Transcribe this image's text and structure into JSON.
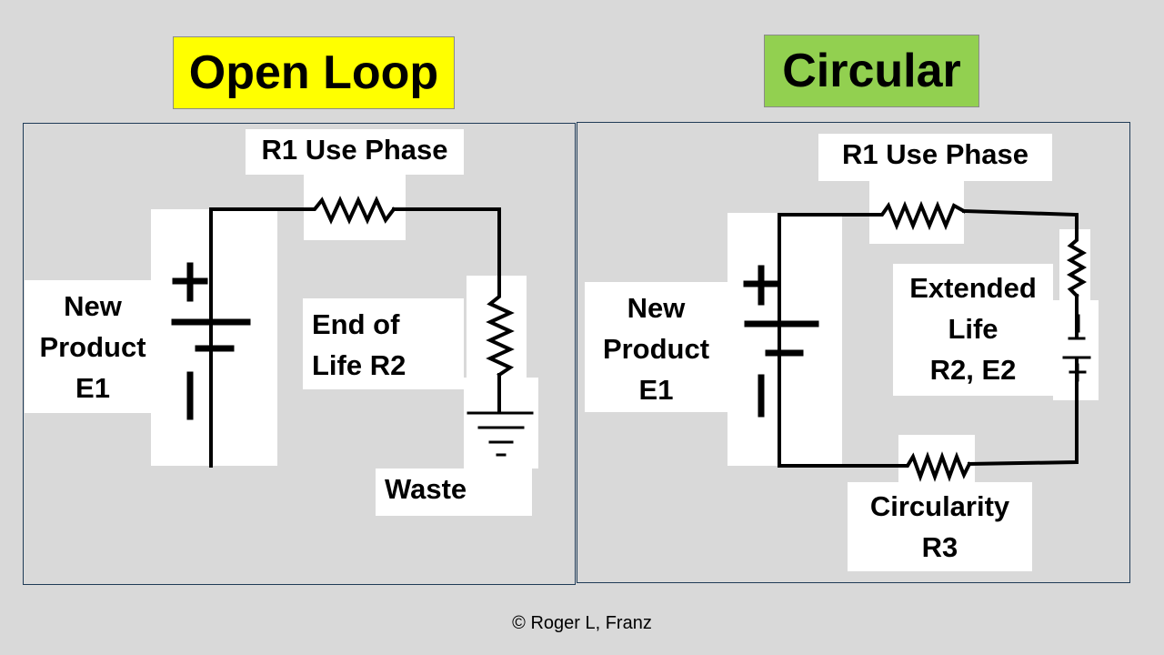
{
  "open_loop": {
    "title": "Open Loop",
    "labels": {
      "use_phase": "R1 Use Phase",
      "new_product": [
        "New",
        "Product",
        "E1"
      ],
      "end_of_life": [
        "End of",
        "Life R2"
      ],
      "waste": "Waste"
    }
  },
  "circular": {
    "title": "Circular",
    "labels": {
      "use_phase": "R1 Use Phase",
      "new_product": [
        "New",
        "Product",
        "E1"
      ],
      "extended_life": [
        "Extended",
        "Life",
        "R2, E2"
      ],
      "circularity": [
        "Circularity",
        "R3"
      ]
    }
  },
  "footer": {
    "copyright": "© Roger L, Franz"
  },
  "colors": {
    "open_loop_badge": "#ffff00",
    "circular_badge": "#92d050",
    "background": "#d9d9d9",
    "panel_border": "#1f3b57"
  }
}
